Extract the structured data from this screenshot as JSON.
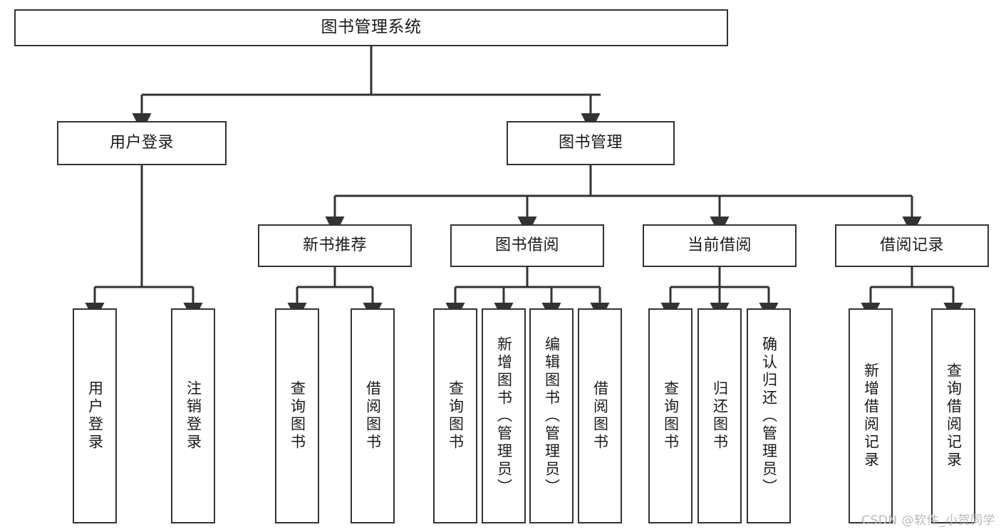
{
  "diagram": {
    "title": "图书管理系统",
    "type": "tree-hierarchy",
    "colors": {
      "box_border": "#333333",
      "box_fill": "#ffffff",
      "edge": "#333333",
      "text": "#1a1a1a",
      "watermark": "#b9b9b9"
    },
    "nodes": {
      "root": {
        "label": "图书管理系统"
      },
      "tier2": [
        {
          "label": "用户登录"
        },
        {
          "label": "图书管理"
        }
      ],
      "tier3": [
        {
          "label": "新书推荐"
        },
        {
          "label": "图书借阅"
        },
        {
          "label": "当前借阅"
        },
        {
          "label": "借阅记录"
        }
      ],
      "leaves": {
        "user_login": [
          {
            "label": "用户登录"
          },
          {
            "label": "注销登录"
          }
        ],
        "new_book_recommend": [
          {
            "label": "查询图书"
          },
          {
            "label": "借阅图书"
          }
        ],
        "book_borrow": [
          {
            "label": "查询图书"
          },
          {
            "label": "新增图书（管理员）"
          },
          {
            "label": "编辑图书（管理员）"
          },
          {
            "label": "借阅图书"
          }
        ],
        "current_borrow": [
          {
            "label": "查询图书"
          },
          {
            "label": "归还图书"
          },
          {
            "label": "确认归还（管理员）"
          }
        ],
        "borrow_record": [
          {
            "label": "新增借阅记录"
          },
          {
            "label": "查询借阅记录"
          }
        ]
      }
    },
    "watermark": "CSDN @软件_小贺同学"
  }
}
